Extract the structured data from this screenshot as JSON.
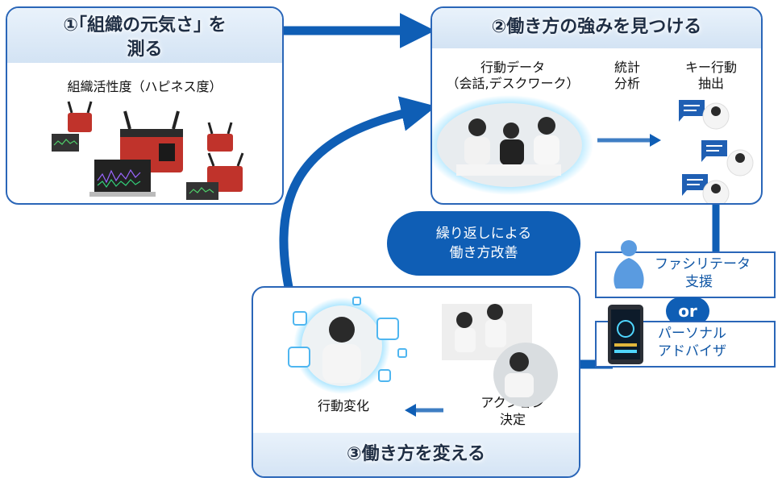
{
  "panel1": {
    "title_line1": "①｢組織の元気さ｣ を",
    "title_line2": "測る",
    "subtitle": "組織活性度（ハピネス度）"
  },
  "panel2": {
    "title": "②働き方の強みを見つける",
    "label_data_line1": "行動データ",
    "label_data_line2": "（会話,デスクワーク）",
    "label_stat_line1": "統計",
    "label_stat_line2": "分析",
    "label_key_line1": "キー行動",
    "label_key_line2": "抽出"
  },
  "panel3": {
    "title": "③働き方を変える",
    "label_change": "行動変化",
    "label_action_line1": "アクション",
    "label_action_line2": "決定"
  },
  "center_pill": {
    "line1": "繰り返しによる",
    "line2": "働き方改善"
  },
  "facilitator": {
    "line1": "ファシリテータ",
    "line2": "支援"
  },
  "or_text": "or",
  "advisor": {
    "line1": "パーソナル",
    "line2": "アドバイザ"
  },
  "colors": {
    "accent": "#0f5eb5",
    "border": "#2a66b8",
    "glow": "#6fd3ff"
  }
}
